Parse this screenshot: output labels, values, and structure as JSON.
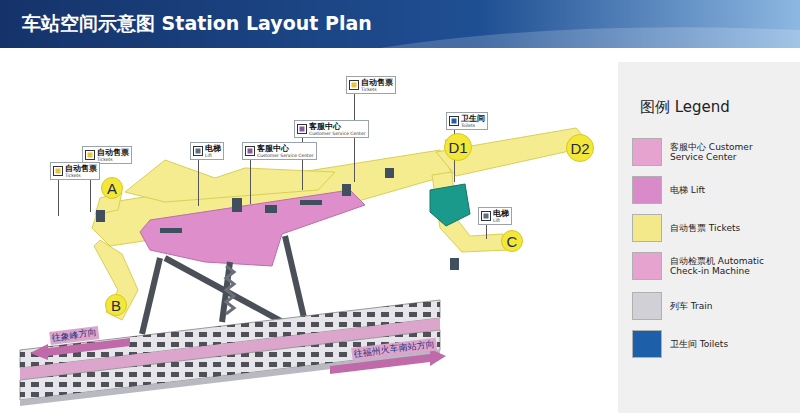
{
  "diagram": {
    "title": "车站空间示意图 Station Layout Plan",
    "nodes": [
      {
        "text": [
          "A"
        ]
      },
      {
        "text": [
          "B"
        ]
      },
      {
        "text": [
          "D1"
        ]
      },
      {
        "text": [
          "D2"
        ]
      },
      {
        "text": [
          "C"
        ]
      }
    ],
    "labels": [
      "自动售票",
      "Tickets",
      "自动售票",
      "Tickets",
      "电梯",
      "Lift",
      "客服中心",
      "Customer Service Center",
      "客服中心",
      "Customer Service Center",
      "自动售票",
      "Tickets",
      "卫生间",
      "Toilets",
      "电梯",
      "Lift",
      "往象峰方向",
      "往福州火车南站方向",
      "图例 Legend"
    ],
    "legend": [
      {
        "text": "客服中心 Customer Service Center",
        "color": "#e7a3cf"
      },
      {
        "text": "电梯 Lift",
        "color": "#d98ac8"
      },
      {
        "text": "自动售票 Tickets",
        "color": "#f3e98a"
      },
      {
        "text": "自动检票机 Automatic Check-in Machine",
        "color": "#e7a3cf"
      },
      {
        "text": "列车 Train",
        "color": "#d0d0d6"
      },
      {
        "text": "卫生间 Toilets",
        "color": "#1d5fa8"
      }
    ]
  }
}
